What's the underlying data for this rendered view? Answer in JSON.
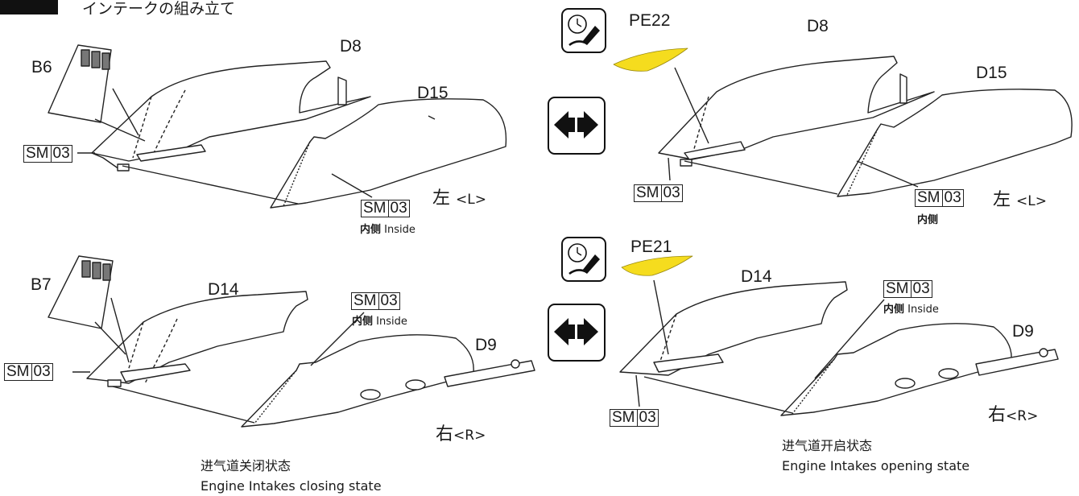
{
  "header": {
    "title_jp": "インテークの組み立て"
  },
  "parts": {
    "B6": "B6",
    "B7": "B7",
    "D8": "D8",
    "D9": "D9",
    "D14": "D14",
    "D15": "D15",
    "PE21": "PE21",
    "PE22": "PE22"
  },
  "sm": {
    "prefix": "SM",
    "number": "03"
  },
  "notes": {
    "inside_cn": "内侧",
    "inside_en": "Inside"
  },
  "sides": {
    "left": {
      "kanji": "左",
      "tag": "<L>"
    },
    "right": {
      "kanji": "右",
      "tag": "<R>"
    }
  },
  "captions": {
    "closing_cn": "进气道关闭状态",
    "closing_en": "Engine Intakes closing state",
    "opening_cn": "进气道开启状态",
    "opening_en": "Engine Intakes opening state"
  },
  "icons": [
    "glue-brush-icon",
    "bidirectional-arrow-icon"
  ],
  "colors": {
    "photo_etch": "#f5dc1e",
    "ink": "#1a1a1a"
  }
}
